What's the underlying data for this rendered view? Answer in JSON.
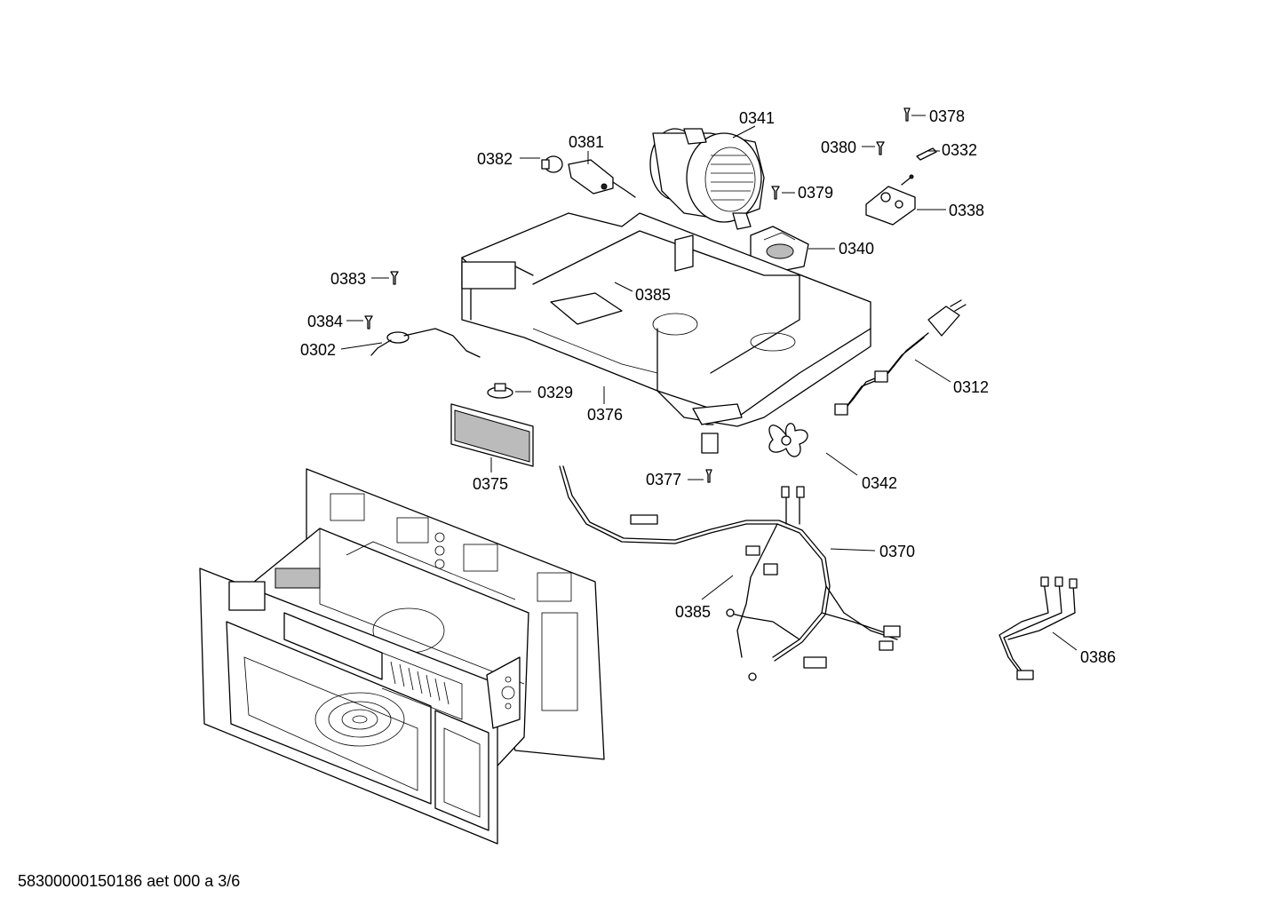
{
  "parts": [
    {
      "id": "0341"
    },
    {
      "id": "0378"
    },
    {
      "id": "0381"
    },
    {
      "id": "0380"
    },
    {
      "id": "0332"
    },
    {
      "id": "0382"
    },
    {
      "id": "0379"
    },
    {
      "id": "0338"
    },
    {
      "id": "0340"
    },
    {
      "id": "0383"
    },
    {
      "id": "0385"
    },
    {
      "id": "0384"
    },
    {
      "id": "0302"
    },
    {
      "id": "0312"
    },
    {
      "id": "0329"
    },
    {
      "id": "0376"
    },
    {
      "id": "0375"
    },
    {
      "id": "0377"
    },
    {
      "id": "0342"
    },
    {
      "id": "0370"
    },
    {
      "id": "0385"
    },
    {
      "id": "0386"
    }
  ],
  "footer": {
    "text": "58300000150186 aet 000 a 3/6"
  }
}
